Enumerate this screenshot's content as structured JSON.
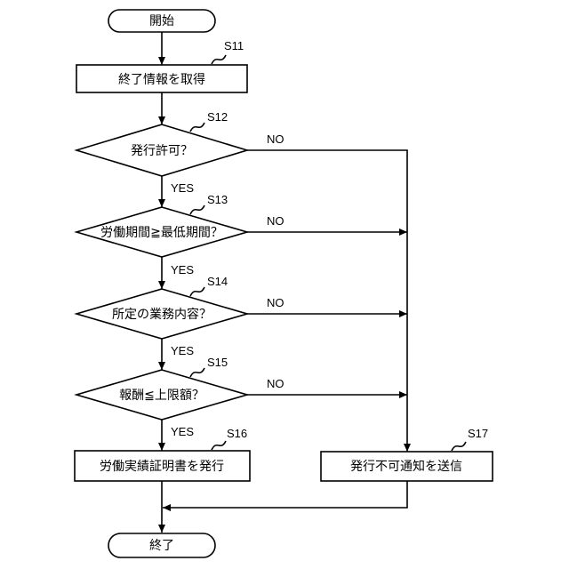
{
  "nodes": {
    "start": "開始",
    "s11": "終了情報を取得",
    "s12": "発行許可？",
    "s13": "労働期間≧最低期間？",
    "s14": "所定の業務内容？",
    "s15": "報酬≦上限額？",
    "s16": "労働実績証明書を発行",
    "s17": "発行不可通知を送信",
    "end": "終了"
  },
  "step_labels": {
    "s11": "S11",
    "s12": "S12",
    "s13": "S13",
    "s14": "S14",
    "s15": "S15",
    "s16": "S16",
    "s17": "S17"
  },
  "branches": {
    "yes": "YES",
    "no": "NO"
  }
}
